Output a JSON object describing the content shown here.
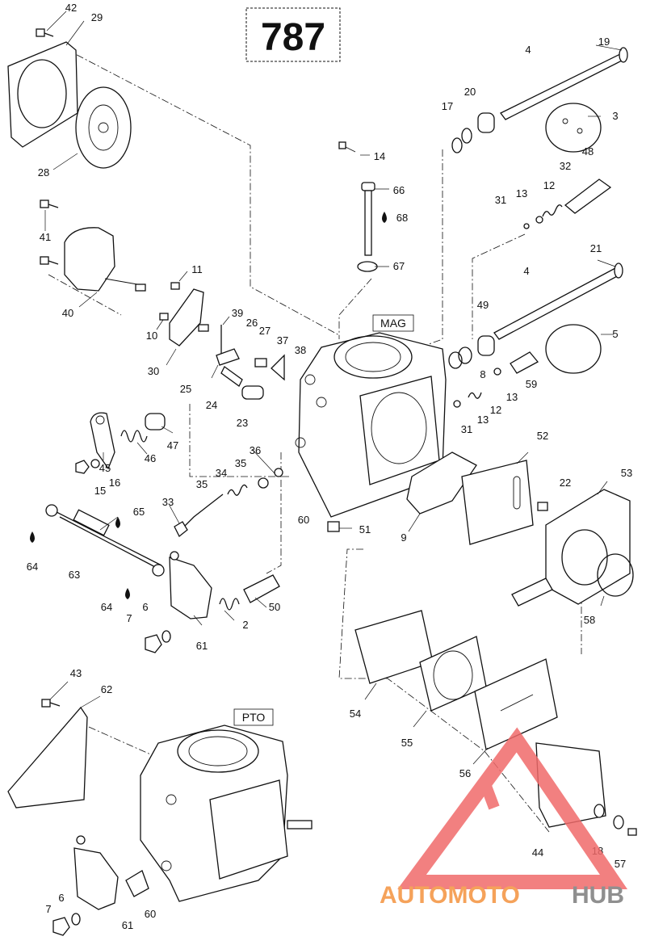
{
  "diagram_code": "787",
  "section_labels": {
    "mag": "MAG",
    "pto": "PTO"
  },
  "watermark": {
    "text_primary": "AUTOMOTO",
    "text_secondary": "HUB",
    "color_primary": "#f5a25a",
    "color_secondary": "#8f8f8f",
    "logo_color": "#f06a6a"
  },
  "callouts": [
    {
      "id": "c42",
      "text": "42"
    },
    {
      "id": "c29",
      "text": "29"
    },
    {
      "id": "c28",
      "text": "28"
    },
    {
      "id": "c41",
      "text": "41"
    },
    {
      "id": "c40",
      "text": "40"
    },
    {
      "id": "c11",
      "text": "11"
    },
    {
      "id": "c10",
      "text": "10"
    },
    {
      "id": "c30",
      "text": "30"
    },
    {
      "id": "c39",
      "text": "39"
    },
    {
      "id": "c26",
      "text": "26"
    },
    {
      "id": "c27",
      "text": "27"
    },
    {
      "id": "c37",
      "text": "37"
    },
    {
      "id": "c38",
      "text": "38"
    },
    {
      "id": "c25",
      "text": "25"
    },
    {
      "id": "c24",
      "text": "24"
    },
    {
      "id": "c23",
      "text": "23"
    },
    {
      "id": "c47",
      "text": "47"
    },
    {
      "id": "c46",
      "text": "46"
    },
    {
      "id": "c45",
      "text": "45"
    },
    {
      "id": "c16",
      "text": "16"
    },
    {
      "id": "c15",
      "text": "15"
    },
    {
      "id": "c36",
      "text": "36"
    },
    {
      "id": "c35a",
      "text": "35"
    },
    {
      "id": "c35b",
      "text": "35"
    },
    {
      "id": "c34",
      "text": "34"
    },
    {
      "id": "c33",
      "text": "33"
    },
    {
      "id": "c65",
      "text": "65"
    },
    {
      "id": "c64a",
      "text": "64"
    },
    {
      "id": "c63",
      "text": "63"
    },
    {
      "id": "c64b",
      "text": "64"
    },
    {
      "id": "c6a",
      "text": "6"
    },
    {
      "id": "c7a",
      "text": "7"
    },
    {
      "id": "c61a",
      "text": "61"
    },
    {
      "id": "c2",
      "text": "2"
    },
    {
      "id": "c50",
      "text": "50"
    },
    {
      "id": "c60a",
      "text": "60"
    },
    {
      "id": "c51",
      "text": "51"
    },
    {
      "id": "c14",
      "text": "14"
    },
    {
      "id": "c66",
      "text": "66"
    },
    {
      "id": "c68",
      "text": "68"
    },
    {
      "id": "c67",
      "text": "67"
    },
    {
      "id": "c49",
      "text": "49"
    },
    {
      "id": "c4a",
      "text": "4"
    },
    {
      "id": "c19",
      "text": "19"
    },
    {
      "id": "c20",
      "text": "20"
    },
    {
      "id": "c17",
      "text": "17"
    },
    {
      "id": "c3",
      "text": "3"
    },
    {
      "id": "c48",
      "text": "48"
    },
    {
      "id": "c32",
      "text": "32"
    },
    {
      "id": "c12a",
      "text": "12"
    },
    {
      "id": "c13a",
      "text": "13"
    },
    {
      "id": "c31a",
      "text": "31"
    },
    {
      "id": "c21",
      "text": "21"
    },
    {
      "id": "c4b",
      "text": "4"
    },
    {
      "id": "c5",
      "text": "5"
    },
    {
      "id": "c8",
      "text": "8"
    },
    {
      "id": "c59",
      "text": "59"
    },
    {
      "id": "c13b",
      "text": "13"
    },
    {
      "id": "c12b",
      "text": "12"
    },
    {
      "id": "c13c",
      "text": "13"
    },
    {
      "id": "c31b",
      "text": "31"
    },
    {
      "id": "c52",
      "text": "52"
    },
    {
      "id": "c9",
      "text": "9"
    },
    {
      "id": "c22",
      "text": "22"
    },
    {
      "id": "c53",
      "text": "53"
    },
    {
      "id": "c58",
      "text": "58"
    },
    {
      "id": "c54",
      "text": "54"
    },
    {
      "id": "c55",
      "text": "55"
    },
    {
      "id": "c56",
      "text": "56"
    },
    {
      "id": "c44",
      "text": "44"
    },
    {
      "id": "c18",
      "text": "18"
    },
    {
      "id": "c57",
      "text": "57"
    },
    {
      "id": "c43",
      "text": "43"
    },
    {
      "id": "c62",
      "text": "62"
    },
    {
      "id": "c7b",
      "text": "7"
    },
    {
      "id": "c6b",
      "text": "6"
    },
    {
      "id": "c61b",
      "text": "61"
    },
    {
      "id": "c60b",
      "text": "60"
    }
  ]
}
